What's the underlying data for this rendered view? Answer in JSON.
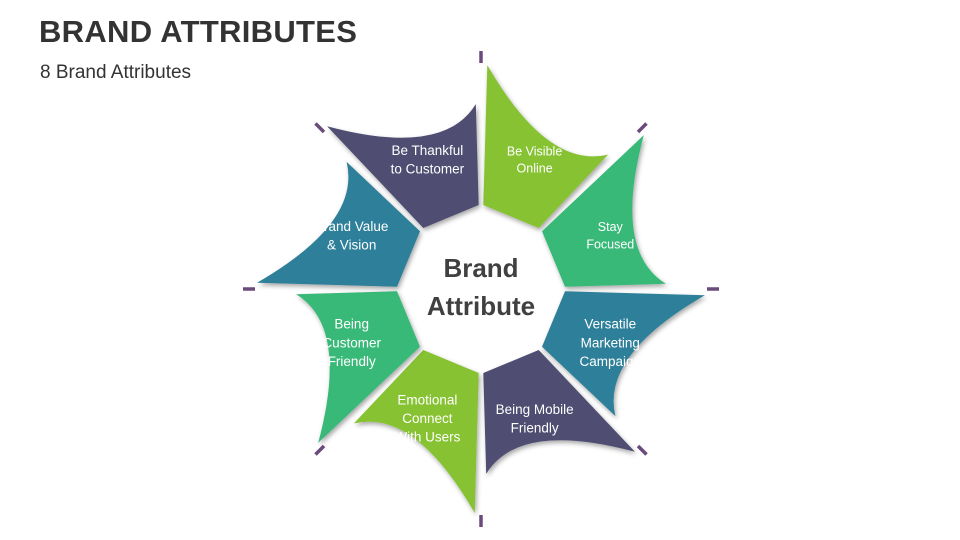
{
  "slide": {
    "title": "BRAND ATTRIBUTES",
    "subtitle": "8 Brand Attributes"
  },
  "diagram": {
    "center_lines": [
      "Brand",
      "Attribute"
    ],
    "segments": [
      {
        "lines": [
          "Be Visible",
          "Online"
        ],
        "color": "#86C232"
      },
      {
        "lines": [
          "Stay",
          "Focused"
        ],
        "color": "#37B978"
      },
      {
        "lines": [
          "Versatile",
          "Marketing",
          "Campaign"
        ],
        "color": "#2E7F99"
      },
      {
        "lines": [
          "Being Mobile",
          "Friendly"
        ],
        "color": "#4F4D72"
      },
      {
        "lines": [
          "Emotional",
          "Connect",
          "With Users"
        ],
        "color": "#86C232"
      },
      {
        "lines": [
          "Being",
          "Customer",
          "Friendly"
        ],
        "color": "#37B978"
      },
      {
        "lines": [
          "Brand Value",
          "&  Vision"
        ],
        "color": "#2E7F99"
      },
      {
        "lines": [
          "Be Thankful",
          "to Customer"
        ],
        "color": "#4F4D72"
      }
    ],
    "tick_color": "#6A4B7B"
  }
}
